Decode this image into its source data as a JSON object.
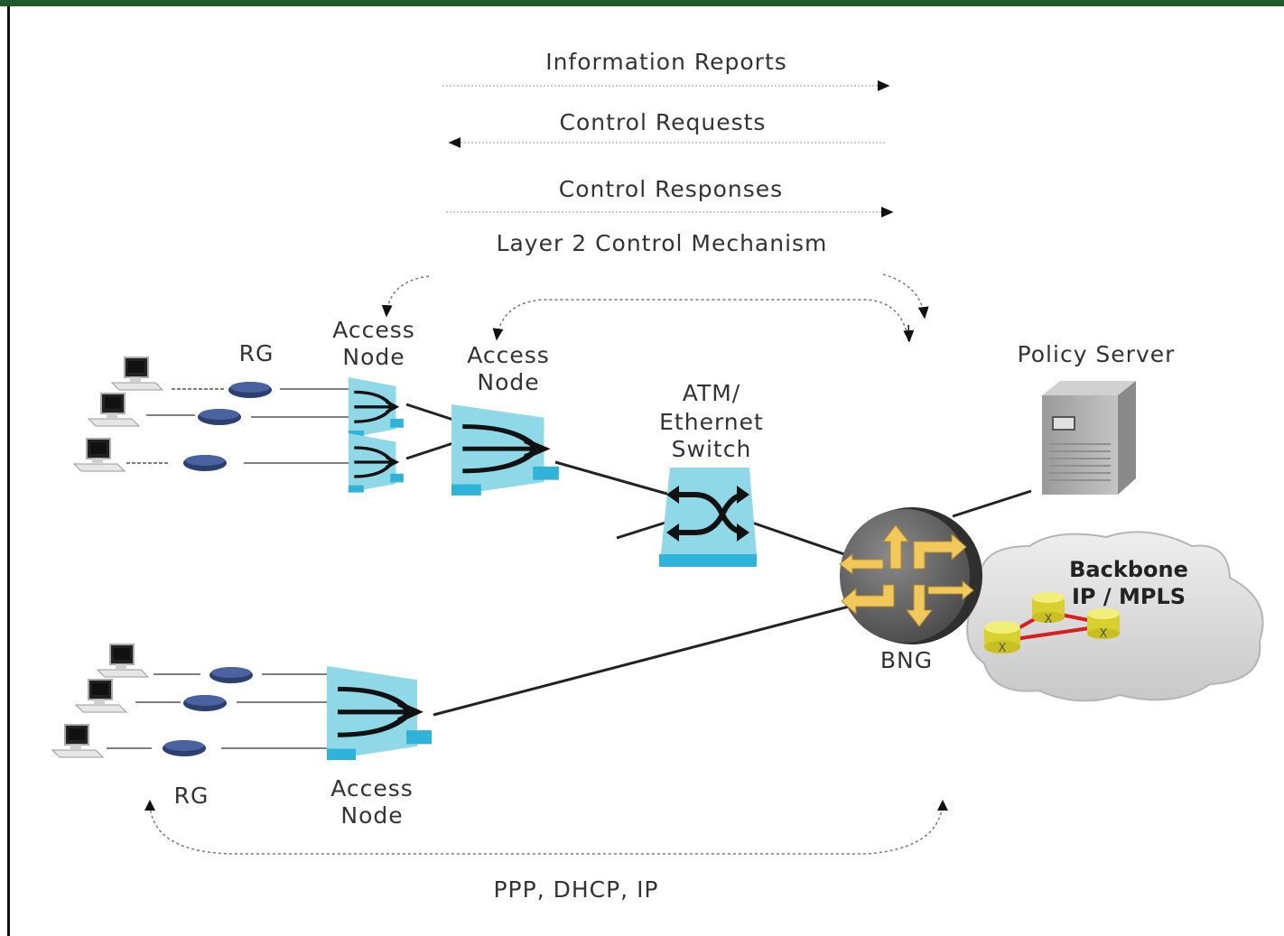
{
  "messages": {
    "information_reports": "Information Reports",
    "control_requests": "Control Requests",
    "control_responses": "Control Responses",
    "layer2_mechanism": "Layer 2 Control Mechanism"
  },
  "labels": {
    "rg_top": "RG",
    "rg_bottom": "RG",
    "access_node_1": [
      "Access",
      "Node"
    ],
    "access_node_2": [
      "Access",
      "Node"
    ],
    "access_node_3": [
      "Access",
      "Node"
    ],
    "switch": [
      "ATM/",
      "Ethernet",
      "Switch"
    ],
    "policy_server": "Policy Server",
    "bng": "BNG",
    "backbone": [
      "Backbone",
      "IP / MPLS"
    ],
    "protocols": "PPP, DHCP, IP"
  },
  "colors": {
    "frame_green": "#1f5a2c",
    "node_cyan": "#8fd8e8",
    "node_cyan_dark": "#2fb3d8",
    "router_gray": "#6e6e6e",
    "router_arrow": "#f2c85a",
    "backbone_link": "#d62020",
    "backbone_router": "#e8e040"
  }
}
